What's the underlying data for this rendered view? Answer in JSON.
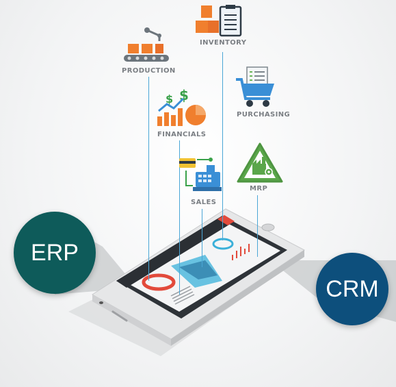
{
  "modules": {
    "inventory": "INVENTORY",
    "production": "PRODUCTION",
    "purchasing": "PURCHASING",
    "financials": "FINANCIALS",
    "sales": "SALES",
    "mrp": "MRP"
  },
  "bubbles": {
    "erp": "ERP",
    "crm": "CRM"
  },
  "colors": {
    "erp": "#0e5b5a",
    "crm": "#0d4f7c",
    "connector": "#4aa6d6",
    "label": "#7b7f84",
    "orange": "#f07f2e",
    "blue": "#3a8fd6",
    "green": "#5aa64a"
  },
  "icons": [
    "inventory-icon",
    "production-icon",
    "purchasing-icon",
    "financials-icon",
    "sales-icon",
    "mrp-icon"
  ]
}
